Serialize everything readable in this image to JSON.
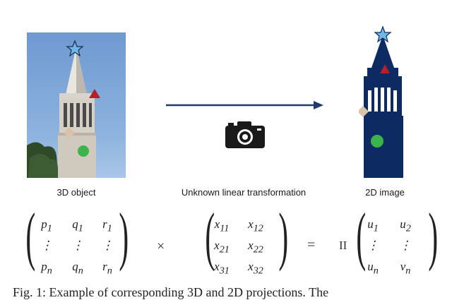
{
  "labels": {
    "object": "3D object",
    "transform": "Unknown linear transformation",
    "image": "2D image"
  },
  "equation": {
    "points_matrix": [
      [
        "p_1",
        "q_1",
        "r_1"
      ],
      [
        "⋮",
        "⋮",
        "⋮"
      ],
      [
        "p_n",
        "q_n",
        "r_n"
      ]
    ],
    "times": "×",
    "transform_matrix": [
      [
        "x_11",
        "x_12"
      ],
      [
        "x_21",
        "x_22"
      ],
      [
        "x_31",
        "x_32"
      ]
    ],
    "equals": "=",
    "result_matrix": [
      [
        "u_1",
        "u_2"
      ],
      [
        "⋮",
        "⋮"
      ],
      [
        "u_n",
        "v_n"
      ]
    ]
  },
  "caption": "Fig. 1: Example of corresponding 3D and 2D projections. The",
  "colors": {
    "tower_blue": "#0d2a63",
    "arrow": "#1f3b6b",
    "star": "#6fb8e8",
    "triangle": "#b3202a",
    "diamond": "#d8c3aa",
    "circle": "#3ab54a"
  },
  "icons": [
    "star-marker",
    "triangle-marker",
    "diamond-marker",
    "circle-marker",
    "camera-icon",
    "arrow-right"
  ]
}
